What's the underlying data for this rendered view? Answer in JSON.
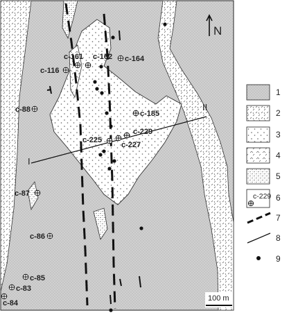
{
  "map": {
    "north": "N",
    "profile_start": "I",
    "profile_end": "II",
    "scale_label": "100 m"
  },
  "wells": [
    {
      "id": "w161",
      "label": "c-161"
    },
    {
      "id": "w162",
      "label": "c-162"
    },
    {
      "id": "w164",
      "label": "c-164"
    },
    {
      "id": "w116",
      "label": "c-116"
    },
    {
      "id": "w88",
      "label": "c-88"
    },
    {
      "id": "w185",
      "label": "c-185"
    },
    {
      "id": "w225",
      "label": "c-225"
    },
    {
      "id": "w229",
      "label": "c-229"
    },
    {
      "id": "w227",
      "label": "c-227"
    },
    {
      "id": "w87",
      "label": "c-87"
    },
    {
      "id": "w86",
      "label": "c-86"
    },
    {
      "id": "w85",
      "label": "c-85"
    },
    {
      "id": "w83",
      "label": "c-83"
    },
    {
      "id": "w84",
      "label": "c-84"
    }
  ],
  "legend": {
    "items": [
      {
        "num": "1"
      },
      {
        "num": "2"
      },
      {
        "num": "3"
      },
      {
        "num": "4"
      },
      {
        "num": "5"
      },
      {
        "num": "6",
        "sample": "c-229"
      },
      {
        "num": "7"
      },
      {
        "num": "8"
      },
      {
        "num": "9"
      }
    ]
  },
  "colors": {
    "background_rock": "#cfcfcf",
    "frame": "#222222",
    "fill_light": "#ffffff"
  }
}
